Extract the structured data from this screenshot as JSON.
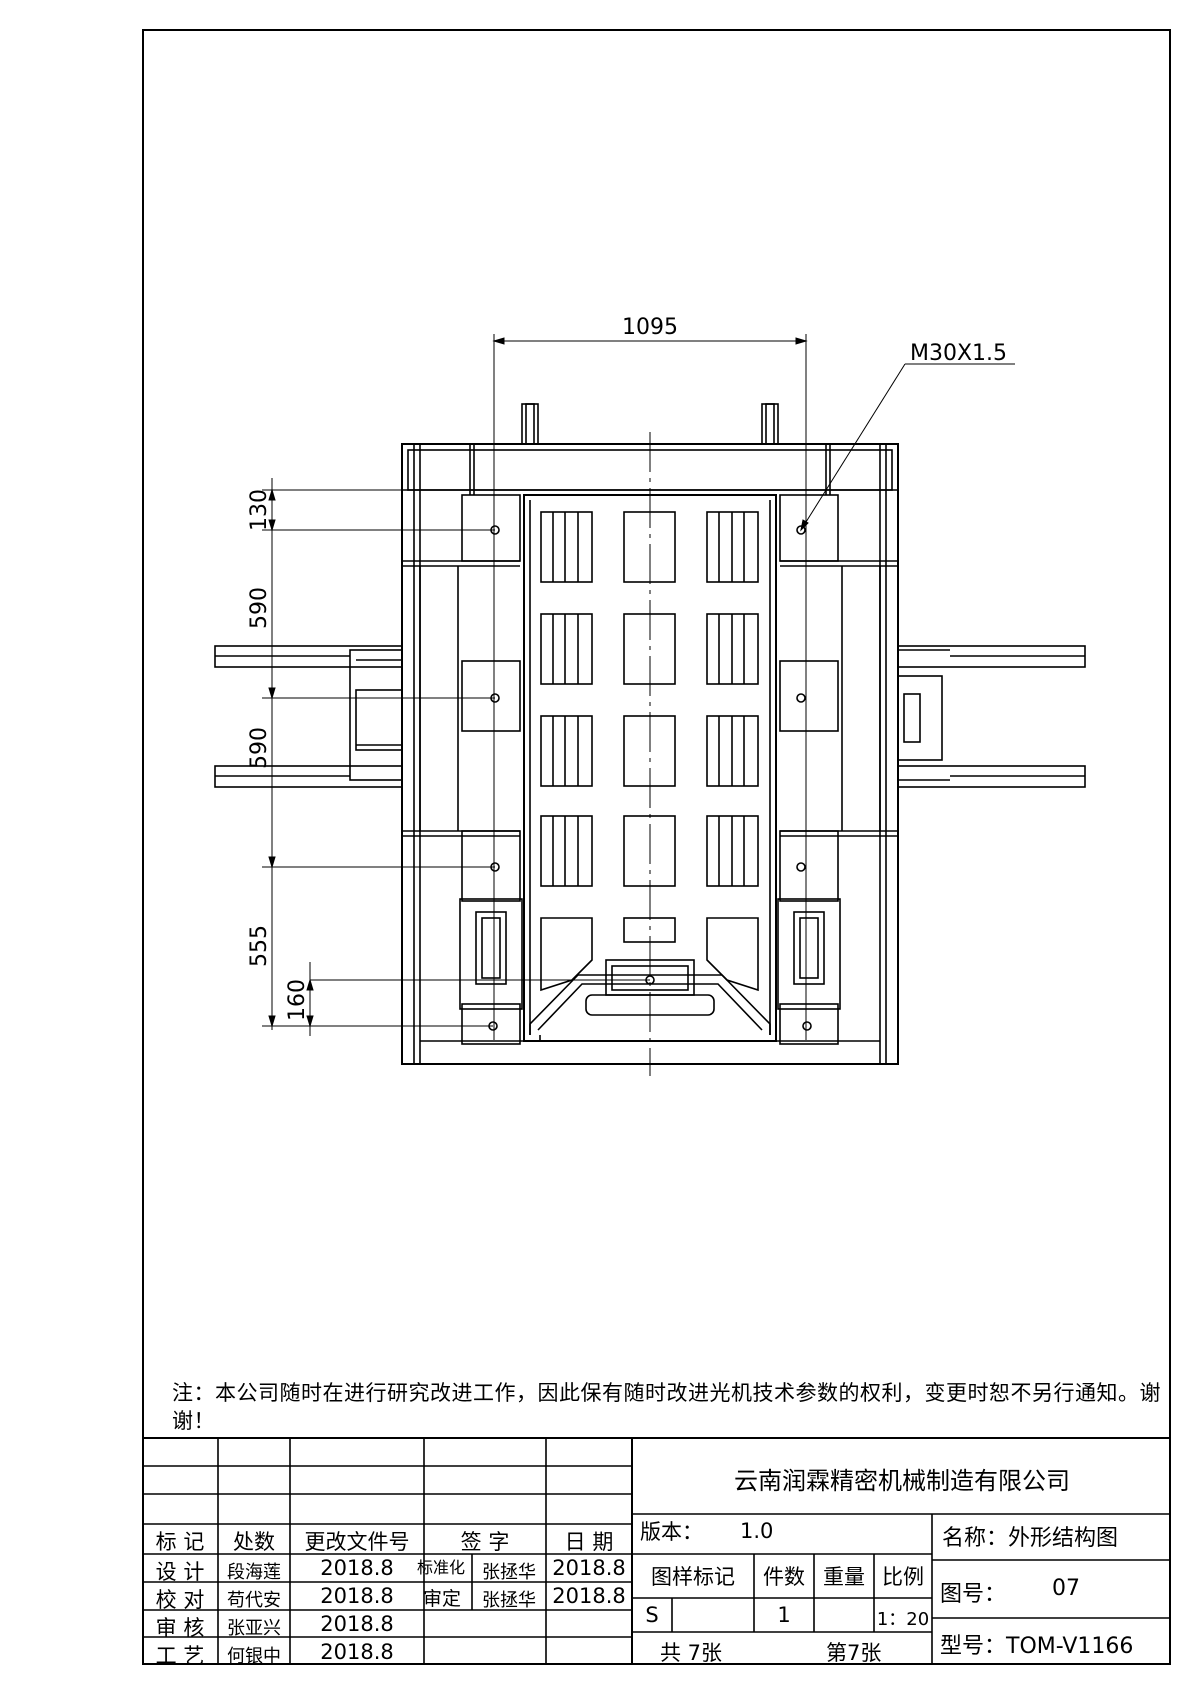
{
  "dimensions": {
    "width_1095": "1095",
    "thread": "M30X1.5",
    "v130": "130",
    "v590a": "590",
    "v590b": "590",
    "v555": "555",
    "v160": "160"
  },
  "note": "注：本公司随时在进行研究改进工作，因此保有随时改进光机技术参数的权利，变更时恕不另行通知。谢谢！",
  "title_block": {
    "company": "云南润霖精密机械制造有限公司",
    "headers": {
      "mark": "标 记",
      "count": "处数",
      "doc": "更改文件号",
      "sign": "签 字",
      "date": "日 期"
    },
    "rows": {
      "design_label": "设 计",
      "design_name": "段海莲",
      "design_date": "2018.8",
      "check_label": "校 对",
      "check_name": "苟代安",
      "check_date": "2018.8",
      "review_label": "审 核",
      "review_name": "张亚兴",
      "review_date": "2018.8",
      "process_label": "工 艺",
      "process_name": "何银中",
      "process_date": "2018.8",
      "std_label": "标准化",
      "std_name": "张拯华",
      "std_date": "2018.8",
      "approve_label": "审定",
      "approve_name": "张拯华",
      "approve_date": "2018.8"
    },
    "version_label": "版本：",
    "version_value": "1.0",
    "col_headers": {
      "sample_mark": "图样标记",
      "qty": "件数",
      "weight": "重量",
      "scale": "比例"
    },
    "sample_mark_value": "S",
    "qty_value": "1",
    "scale_value": "1：20",
    "total_sheets": "共 7张",
    "sheet_no": "第7张",
    "name_label": "名称：外形结构图",
    "drawing_no_label": "图号：",
    "drawing_no_value": "07",
    "model_label": "型号：TOM-V1166"
  }
}
